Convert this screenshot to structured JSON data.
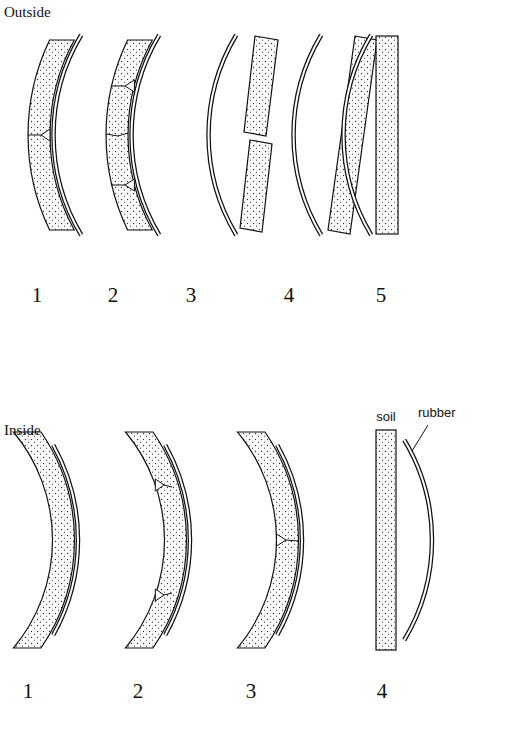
{
  "diagram": {
    "labels": [
      "Outside",
      "1",
      "2",
      "3",
      "4",
      "5",
      "Inside",
      "1",
      "2",
      "3",
      "4",
      "soil",
      "rubber"
    ]
  }
}
